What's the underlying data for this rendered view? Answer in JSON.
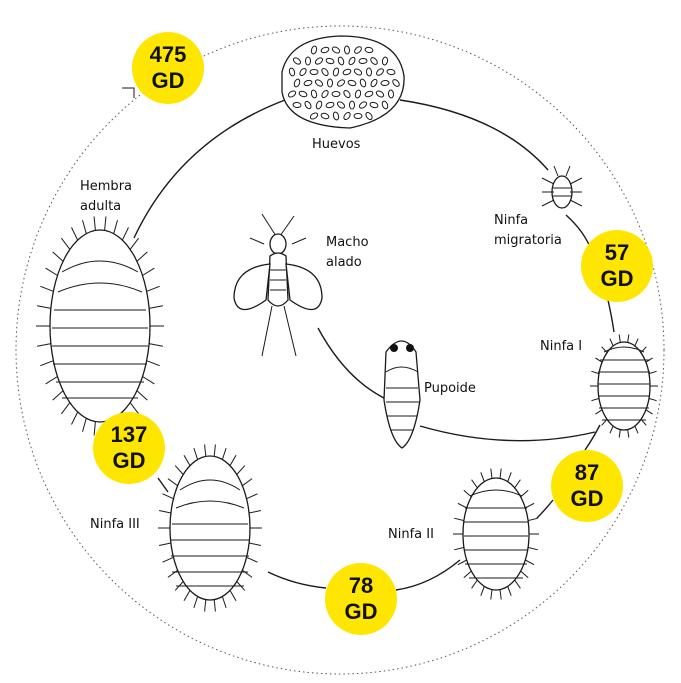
{
  "stages": {
    "eggs": "Huevos",
    "migratory_nymph_line1": "Ninfa",
    "migratory_nymph_line2": "migratoria",
    "nymph_1": "Ninfa I",
    "nymph_2": "Ninfa II",
    "nymph_3": "Ninfa III",
    "adult_female_line1": "Hembra",
    "adult_female_line2": "adulta",
    "winged_male_line1": "Macho",
    "winged_male_line2": "alado",
    "pupoid": "Pupoide"
  },
  "degree_days": [
    {
      "value": "475",
      "unit": "GD"
    },
    {
      "value": "57",
      "unit": "GD"
    },
    {
      "value": "87",
      "unit": "GD"
    },
    {
      "value": "78",
      "unit": "GD"
    },
    {
      "value": "137",
      "unit": "GD"
    }
  ],
  "colors": {
    "badge": "#FFE600",
    "ink": "#1a1a1a",
    "background": "#ffffff"
  }
}
